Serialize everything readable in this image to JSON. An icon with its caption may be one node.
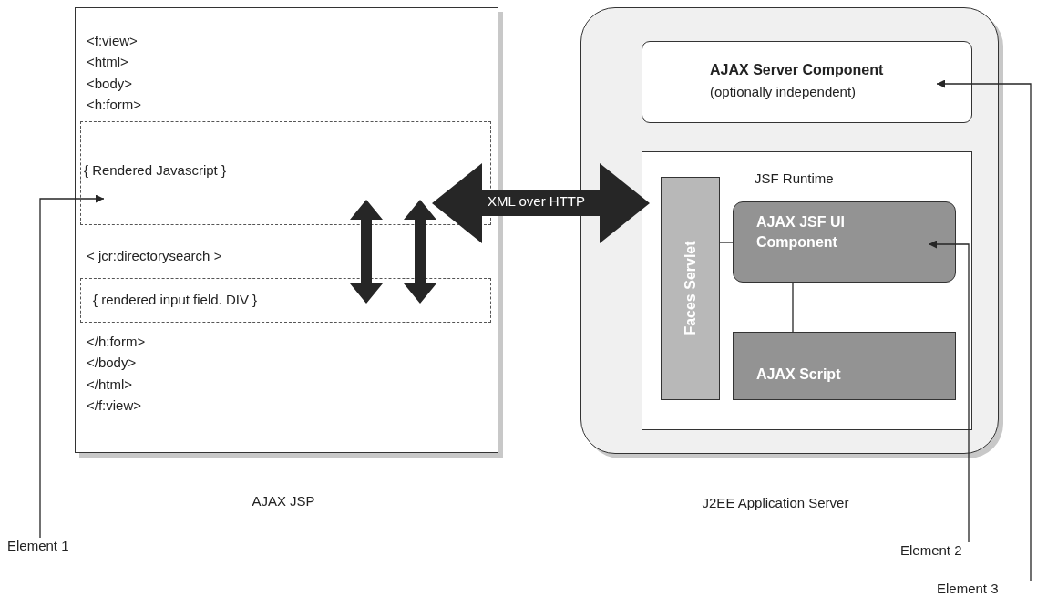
{
  "diagram": {
    "nodes": [
      {
        "text": [
          "<f:view>",
          "<html>",
          "<body>",
          "<h:form>",
          "< jcr:directorysearch >",
          "</h:form>",
          "</body>",
          "</html>",
          "</f:view>",
          "AJAX JSP"
        ]
      },
      {
        "text": [
          "{ Rendered Javascript }"
        ],
        "in": 0
      },
      {
        "text": [
          "{ rendered input field. DIV }"
        ],
        "in": 0
      },
      {
        "text": [
          "J2EE Application Server"
        ]
      },
      {
        "text": [
          "AJAX Server Component",
          "(optionally independent)"
        ],
        "in": 3
      },
      {
        "text": [
          "JSF Runtime"
        ],
        "in": 3
      },
      {
        "text": [
          "Faces Servlet"
        ],
        "in": 5
      },
      {
        "text": [
          "AJAX JSF UI Component"
        ],
        "in": 5
      },
      {
        "text": [
          "AJAX Script"
        ],
        "in": 5
      },
      {
        "text": [
          "Element 1"
        ]
      },
      {
        "text": [
          "Element 2"
        ]
      },
      {
        "text": [
          "Element 3"
        ]
      }
    ],
    "edges": [
      {
        "from": 1,
        "to": 5,
        "arrow": "both",
        "label": "XML over HTTP",
        "style": "thick"
      },
      {
        "from": 1,
        "to": 2,
        "arrow": "both",
        "style": "thick"
      },
      {
        "from": 1,
        "to": 2,
        "arrow": "both",
        "style": "thick"
      },
      {
        "from": 6,
        "to": 7,
        "arrow": "none"
      },
      {
        "from": 7,
        "to": 8,
        "arrow": "none"
      },
      {
        "from": 9,
        "to": 1,
        "arrow": "to"
      },
      {
        "from": 10,
        "to": 7,
        "arrow": "to"
      },
      {
        "from": 11,
        "to": 4,
        "arrow": "to"
      }
    ]
  }
}
